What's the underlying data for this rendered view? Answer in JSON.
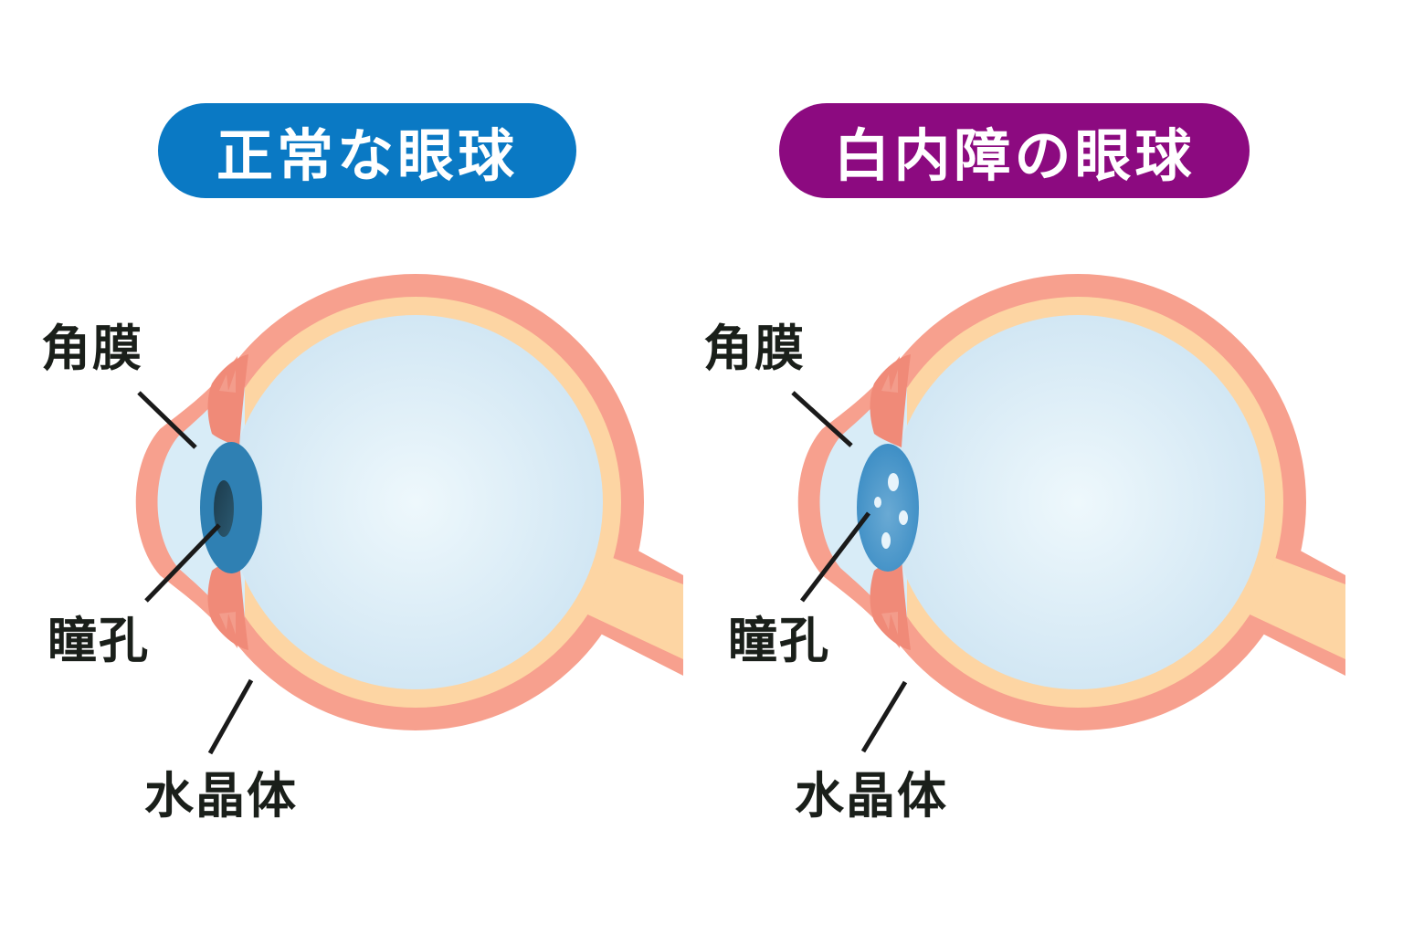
{
  "panels": [
    {
      "id": "normal",
      "title": "正常な眼球",
      "title_color": "#0a79c4",
      "labels": {
        "cornea": "角膜",
        "pupil": "瞳孔",
        "lens": "水晶体"
      },
      "lens_color": "#2f80b3",
      "pupil_color": "#1f4a5e",
      "opacities": 0
    },
    {
      "id": "cataract",
      "title": "白内障の眼球",
      "title_color": "#8c0a80",
      "labels": {
        "cornea": "角膜",
        "pupil": "瞳孔",
        "lens": "水晶体"
      },
      "lens_color": "#3d8fc7",
      "opacities": 4
    }
  ],
  "colors": {
    "sclera": "#f7a08e",
    "choroid": "#fdd5a3",
    "vitreous": "#d3e9f5",
    "vitreous_center": "#eaf6fb",
    "ciliary": "#f08a78",
    "leader_line": "#1a1a1a",
    "text": "#1a1f1a"
  }
}
